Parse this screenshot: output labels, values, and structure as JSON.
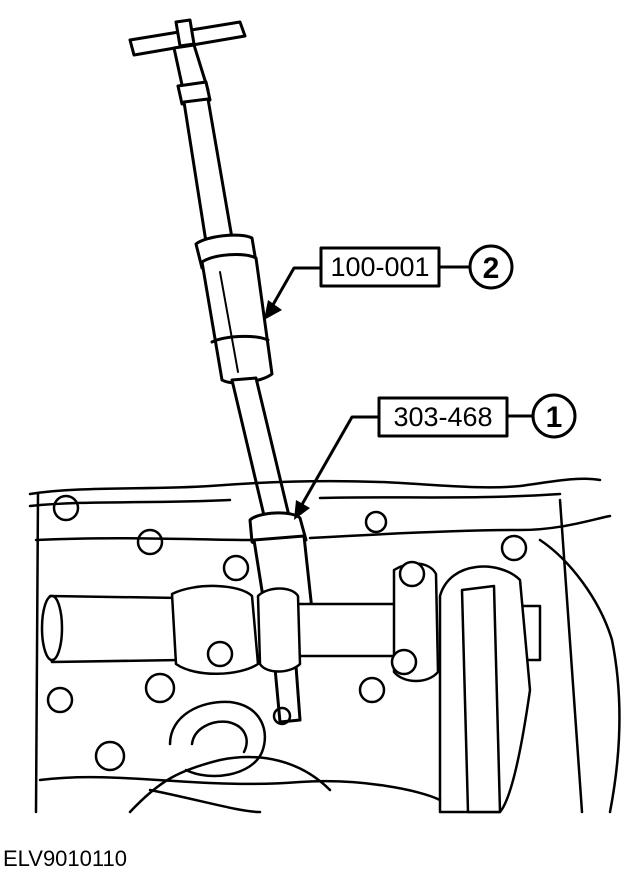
{
  "callouts": [
    {
      "number": "1",
      "part_code": "303-468"
    },
    {
      "number": "2",
      "part_code": "100-001"
    }
  ],
  "caption": "ELV9010110",
  "colors": {
    "ink": "#000000",
    "paper": "#ffffff"
  }
}
